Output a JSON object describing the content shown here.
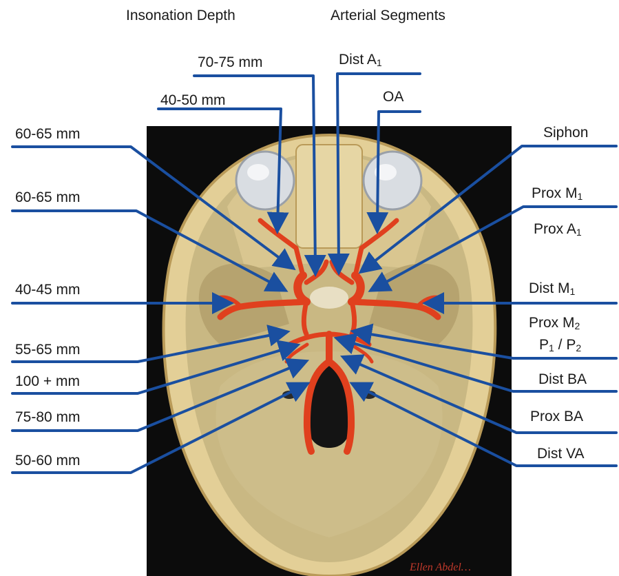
{
  "headers": {
    "left": "Insonation Depth",
    "right": "Arterial Segments"
  },
  "depth_labels": [
    "70-75 mm",
    "40-50 mm",
    "60-65 mm",
    "60-65 mm",
    "40-45 mm",
    "55-65 mm",
    "100 + mm",
    "75-80 mm",
    "50-60 mm"
  ],
  "segment_labels": {
    "dist_a1": {
      "text": "Dist A",
      "sub": "1"
    },
    "oa": {
      "text": "OA"
    },
    "siphon": {
      "text": "Siphon"
    },
    "prox_m1": {
      "text": "Prox M",
      "sub": "1"
    },
    "prox_a1": {
      "text": "Prox A",
      "sub": "1"
    },
    "dist_m1": {
      "text": "Dist M",
      "sub": "1"
    },
    "prox_m2": {
      "text": "Prox M",
      "sub": "2"
    },
    "p1p2": {
      "text1": "P",
      "sub1": "1",
      "sep": " / ",
      "text2": "P",
      "sub2": "2"
    },
    "dist_ba": {
      "text": "Dist BA"
    },
    "prox_ba": {
      "text": "Prox BA"
    },
    "dist_va": {
      "text": "Dist VA"
    }
  },
  "signature": "Ellen Abdel…",
  "colors": {
    "arrow": "#1a4fa0",
    "artery": "#e0401e",
    "bone": "#d8c48e",
    "skull_inner": "#c9b883",
    "background_dark": "#0c0c0c"
  }
}
